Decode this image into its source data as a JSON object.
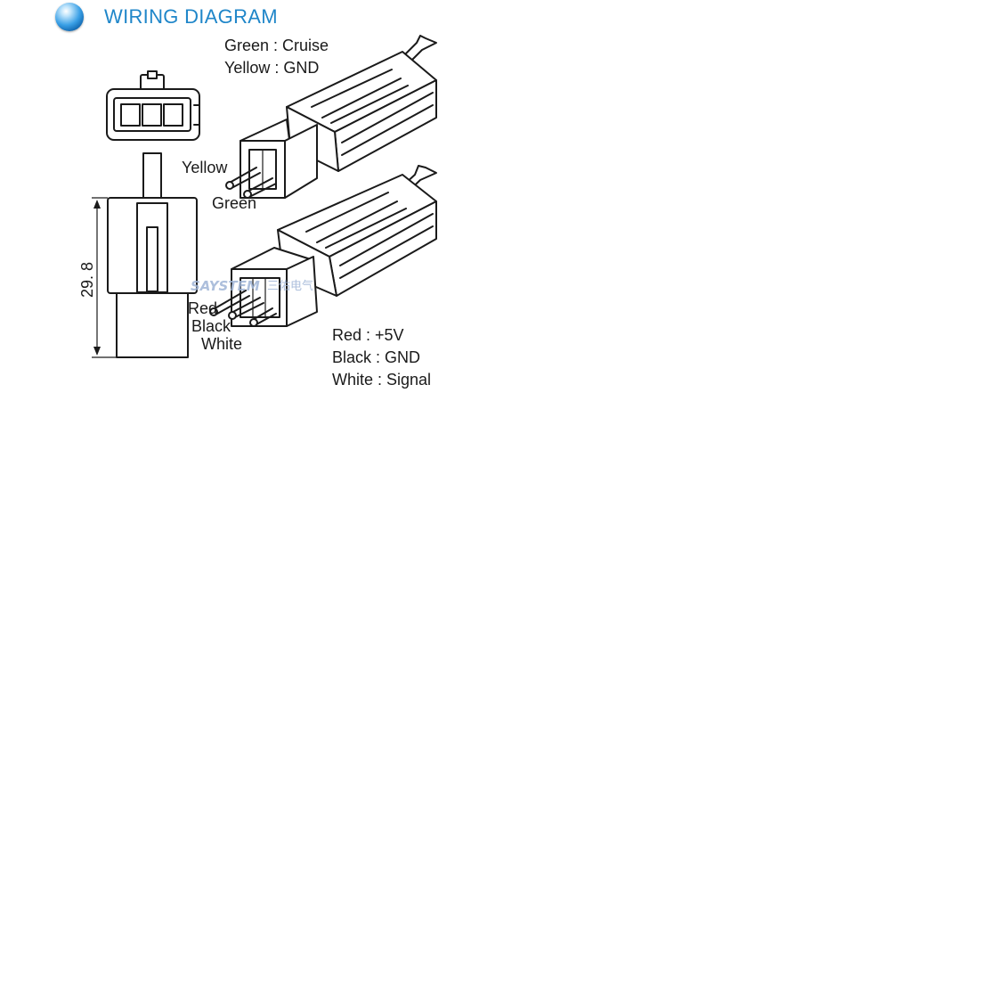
{
  "header": {
    "title": "WIRING DIAGRAM",
    "bullet_icon": "blue-sphere-bullet-icon",
    "title_color": "#1f86c9"
  },
  "diagram": {
    "dimension_label": "29. 8",
    "top_connector": {
      "legend": [
        "Green : Cruise",
        "Yellow : GND"
      ],
      "pin_labels": [
        "Yellow",
        "Green"
      ]
    },
    "bottom_connector": {
      "legend": [
        "Red : +5V",
        "Black : GND",
        "White : Signal"
      ],
      "pin_labels": [
        "Red",
        "Black",
        "White"
      ]
    },
    "watermark": {
      "brand": "SAYSTEM",
      "chinese": "三佑电气",
      "color": "#9fb5d6"
    }
  }
}
